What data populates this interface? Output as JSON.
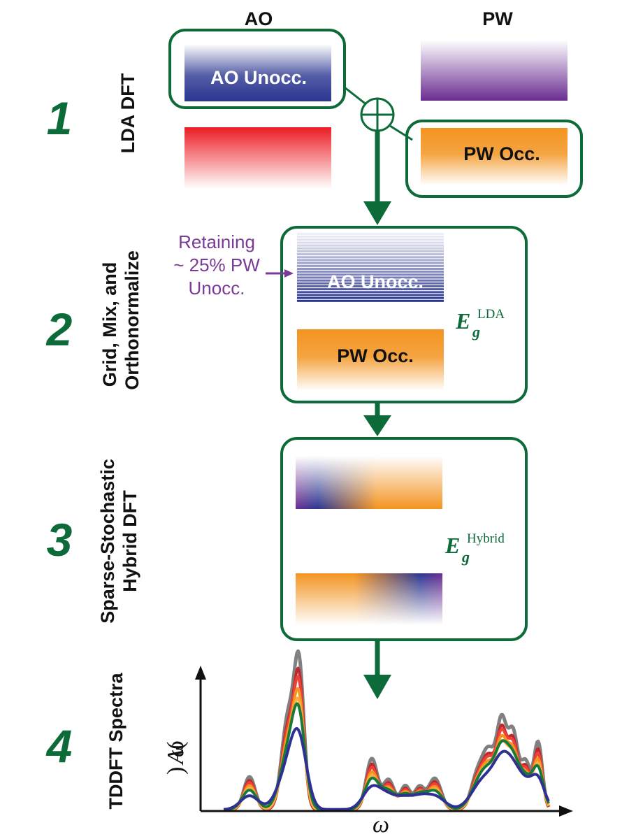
{
  "header": {
    "ao_label": "AO",
    "pw_label": "PW"
  },
  "steps": [
    {
      "number": "1",
      "label_lines": [
        "LDA DFT"
      ]
    },
    {
      "number": "2",
      "label_lines": [
        "Grid, Mix, and",
        "Orthonormalize"
      ]
    },
    {
      "number": "3",
      "label_lines": [
        "Sparse-Stochastic",
        "Hybrid DFT"
      ]
    },
    {
      "number": "4",
      "label_lines": [
        "TDDFT Spectra"
      ]
    }
  ],
  "step1": {
    "ao_unocc": "AO Unocc.",
    "pw_occ": "PW Occ."
  },
  "step2": {
    "ao_unocc": "AO Unocc.",
    "pw_occ": "PW Occ.",
    "annotation_lines": [
      "Retaining",
      "~ 25% PW",
      "Unocc."
    ],
    "gap_symbol": "E",
    "gap_sub": "g",
    "gap_sup": "LDA"
  },
  "step3": {
    "gap_symbol": "E",
    "gap_sub": "g",
    "gap_sup": "Hybrid"
  },
  "spectra": {
    "ylabel_func": "A",
    "ylabel_arg": "ω",
    "xlabel": "ω"
  },
  "colors": {
    "accent_green": "#0d6b3a",
    "ao_blue": "#2a3590",
    "pw_purple": "#6a2c91",
    "occ_orange": "#f39420",
    "ao_occ_red": "#ec1c24",
    "annotation_purple": "#7a3a96",
    "spectrum_colors": [
      "#808080",
      "#c0282d",
      "#ef4136",
      "#f7941d",
      "#fbb040",
      "#1a7a3c",
      "#2e3192"
    ]
  }
}
